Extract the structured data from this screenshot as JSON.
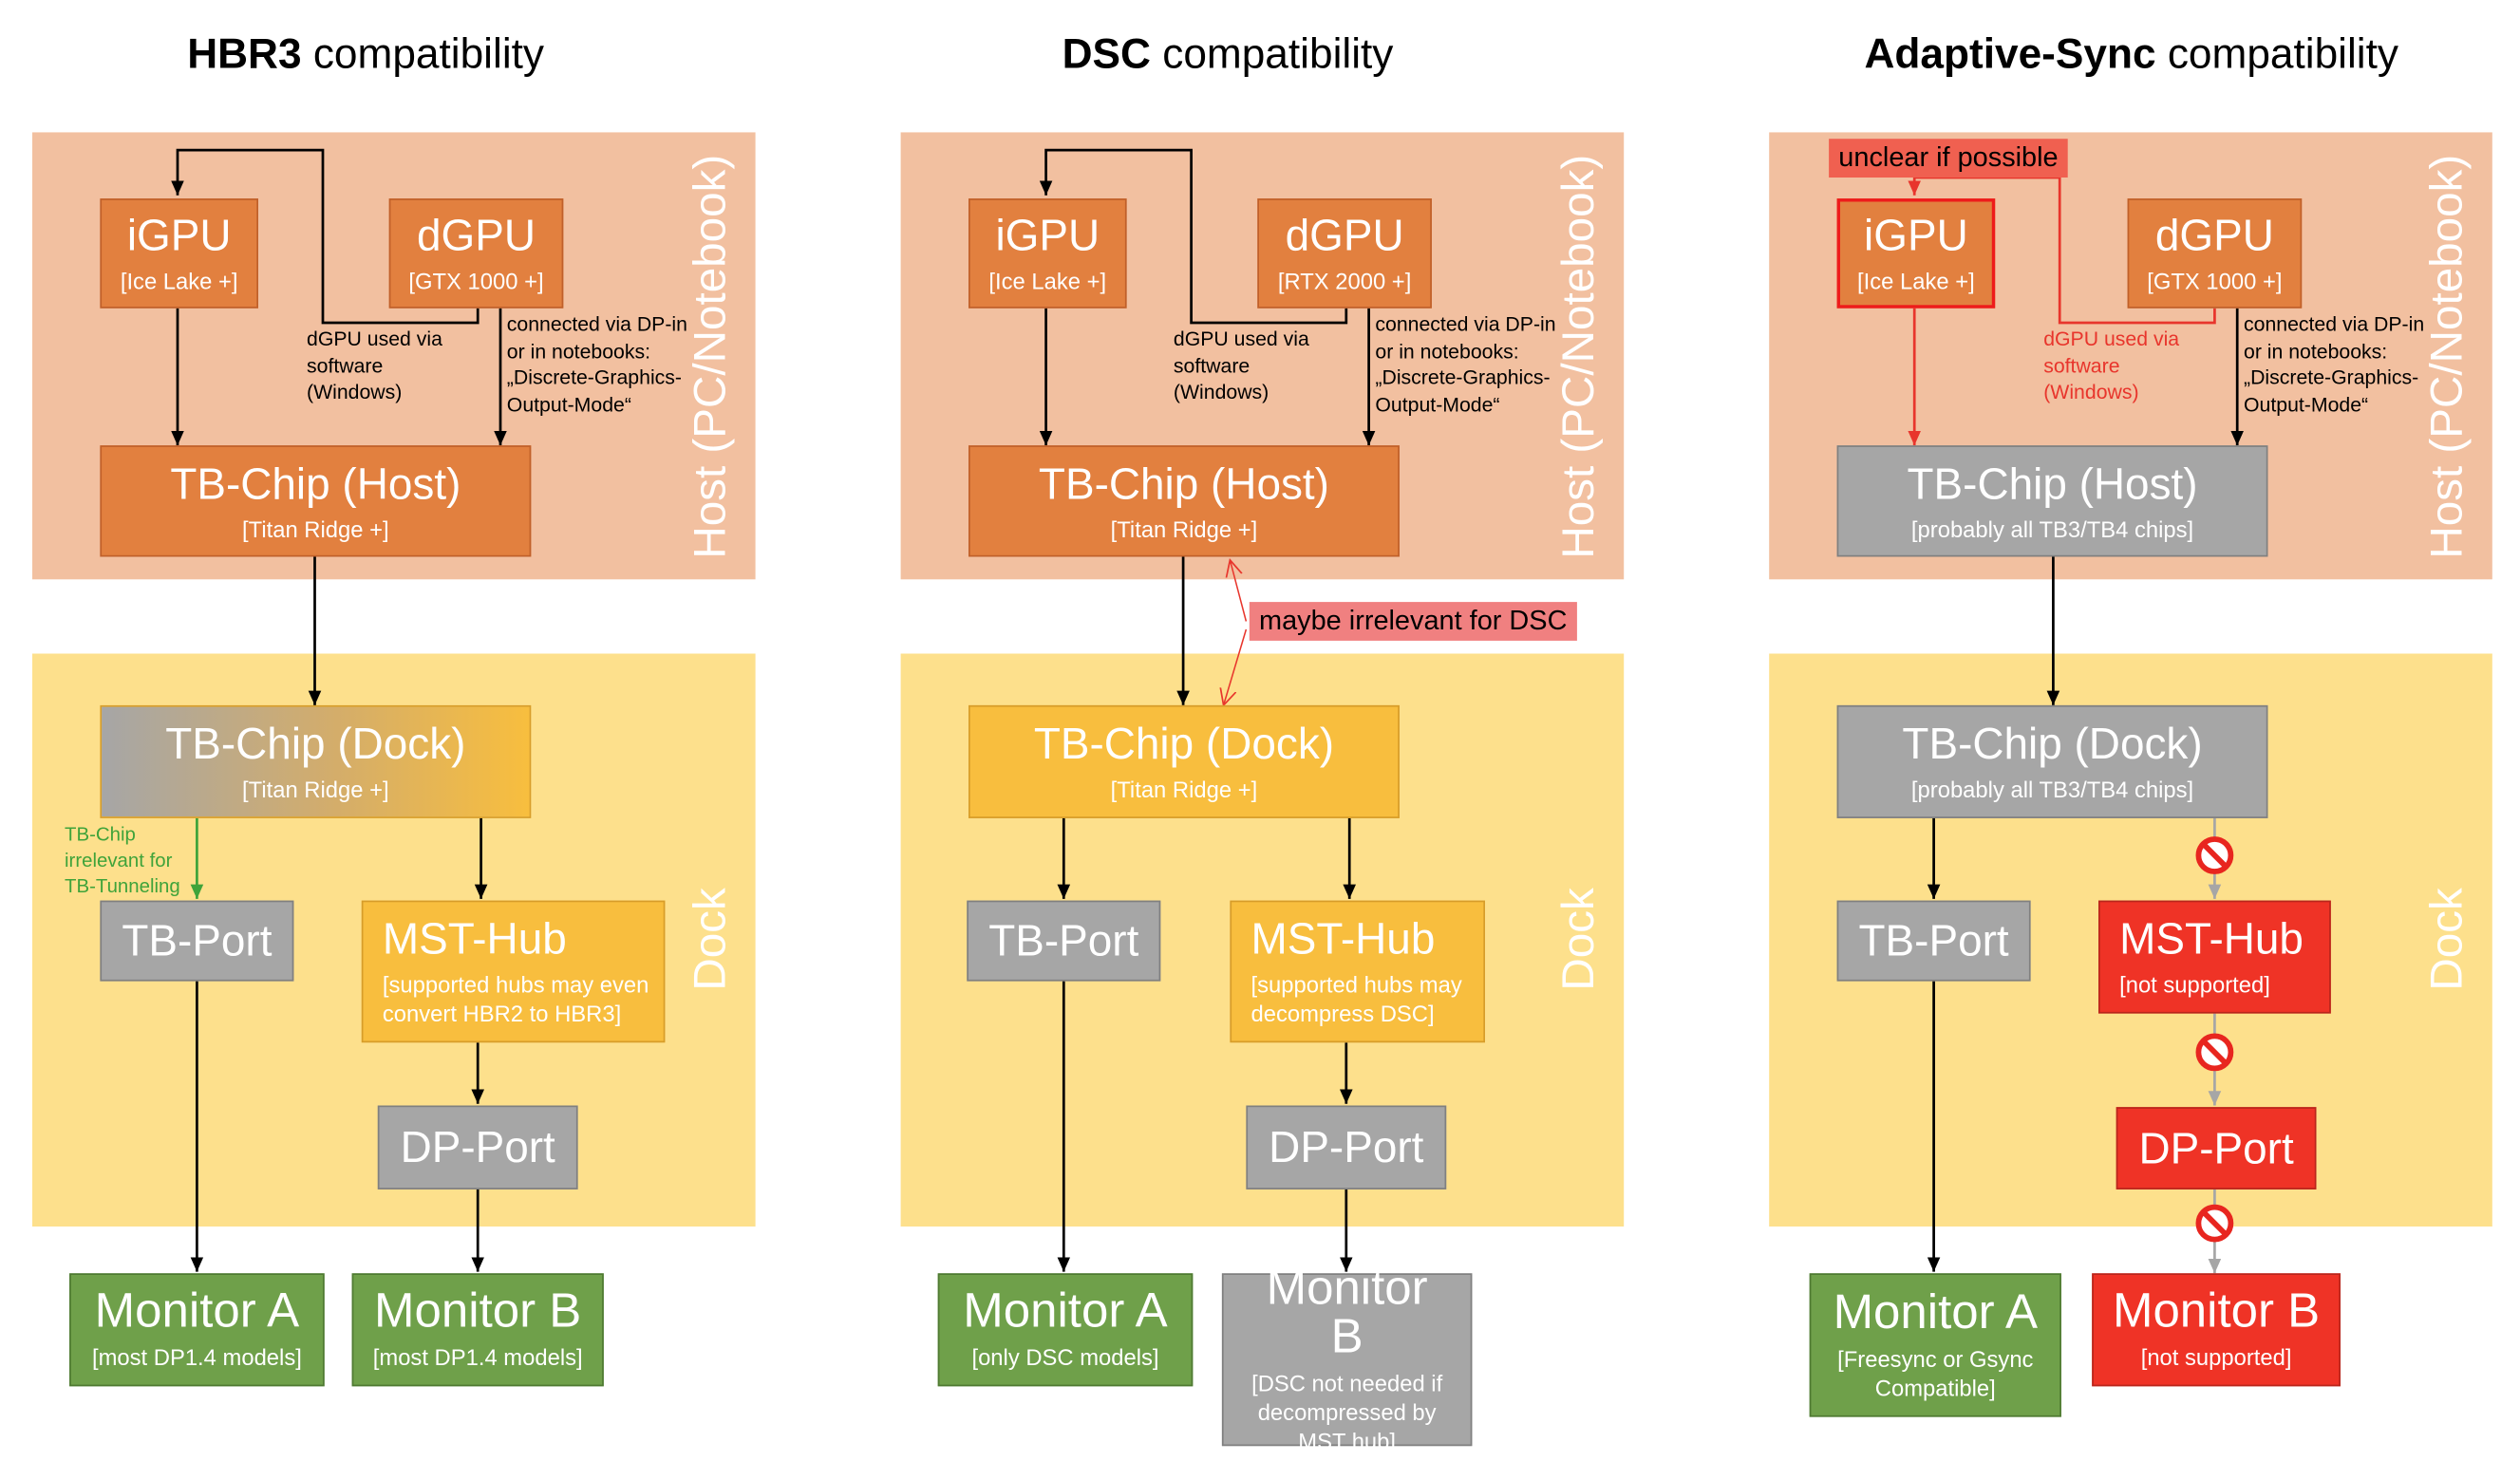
{
  "titles": [
    {
      "bold": "HBR3",
      "rest": " compatibility"
    },
    {
      "bold": "DSC",
      "rest": " compatibility"
    },
    {
      "bold": "Adaptive-Sync",
      "rest": " compatibility"
    }
  ],
  "regions": {
    "host": "Host (PC/Notebook)",
    "dock": "Dock"
  },
  "hbr3": {
    "igpu": {
      "title": "iGPU",
      "sub": "[Ice Lake +]"
    },
    "dgpu": {
      "title": "dGPU",
      "sub": "[GTX 1000 +]"
    },
    "tb_host": {
      "title": "TB-Chip (Host)",
      "sub": "[Titan Ridge +]"
    },
    "tb_dock": {
      "title": "TB-Chip (Dock)",
      "sub": "[Titan Ridge +]"
    },
    "tb_port": {
      "title": "TB-Port"
    },
    "mst_hub": {
      "title": "MST-Hub",
      "sub": "[supported hubs may even convert HBR2 to HBR3]"
    },
    "dp_port": {
      "title": "DP-Port"
    },
    "monitor_a": {
      "title": "Monitor A",
      "sub": "[most DP1.4 models]"
    },
    "monitor_b": {
      "title": "Monitor B",
      "sub": "[most DP1.4 models]"
    },
    "note_software": "dGPU used via software (Windows)",
    "note_dp_in": "connected via DP-in or in notebooks: „Discrete-Graphics-Output-Mode“",
    "note_green": "TB-Chip irrelevant for TB-Tunneling"
  },
  "dsc": {
    "igpu": {
      "title": "iGPU",
      "sub": "[Ice Lake +]"
    },
    "dgpu": {
      "title": "dGPU",
      "sub": "[RTX 2000 +]"
    },
    "tb_host": {
      "title": "TB-Chip (Host)",
      "sub": "[Titan Ridge +]"
    },
    "tb_dock": {
      "title": "TB-Chip (Dock)",
      "sub": "[Titan Ridge +]"
    },
    "tb_port": {
      "title": "TB-Port"
    },
    "mst_hub": {
      "title": "MST-Hub",
      "sub": "[supported hubs may decompress DSC]"
    },
    "dp_port": {
      "title": "DP-Port"
    },
    "monitor_a": {
      "title": "Monitor A",
      "sub": "[only DSC models]"
    },
    "monitor_b": {
      "title": "Monitor B",
      "sub": "[DSC not needed if decompressed by MST hub]"
    },
    "note_software": "dGPU used via software (Windows)",
    "note_dp_in": "connected via DP-in or in notebooks: „Discrete-Graphics-Output-Mode“",
    "tag_maybe": "maybe irrelevant for DSC"
  },
  "async": {
    "igpu": {
      "title": "iGPU",
      "sub": "[Ice Lake +]"
    },
    "dgpu": {
      "title": "dGPU",
      "sub": "[GTX 1000 +]"
    },
    "tb_host": {
      "title": "TB-Chip (Host)",
      "sub": "[probably all TB3/TB4 chips]"
    },
    "tb_dock": {
      "title": "TB-Chip (Dock)",
      "sub": "[probably all TB3/TB4 chips]"
    },
    "tb_port": {
      "title": "TB-Port"
    },
    "mst_hub": {
      "title": "MST-Hub",
      "sub": "[not supported]"
    },
    "dp_port": {
      "title": "DP-Port"
    },
    "monitor_a": {
      "title": "Monitor A",
      "sub": "[Freesync or Gsync Compatible]"
    },
    "monitor_b": {
      "title": "Monitor B",
      "sub": "[not supported]"
    },
    "note_software": "dGPU used via software (Windows)",
    "note_dp_in": "connected via DP-in or in notebooks: „Discrete-Graphics-Output-Mode“",
    "tag_unclear": "unclear if possible"
  },
  "colors": {
    "host": "#f2c0a0",
    "dock": "#fde08c",
    "orange": "#e2803f",
    "yellow": "#f8be3e",
    "gray": "#a6a6a6",
    "green": "#6fa04a",
    "red": "#ef3326"
  }
}
